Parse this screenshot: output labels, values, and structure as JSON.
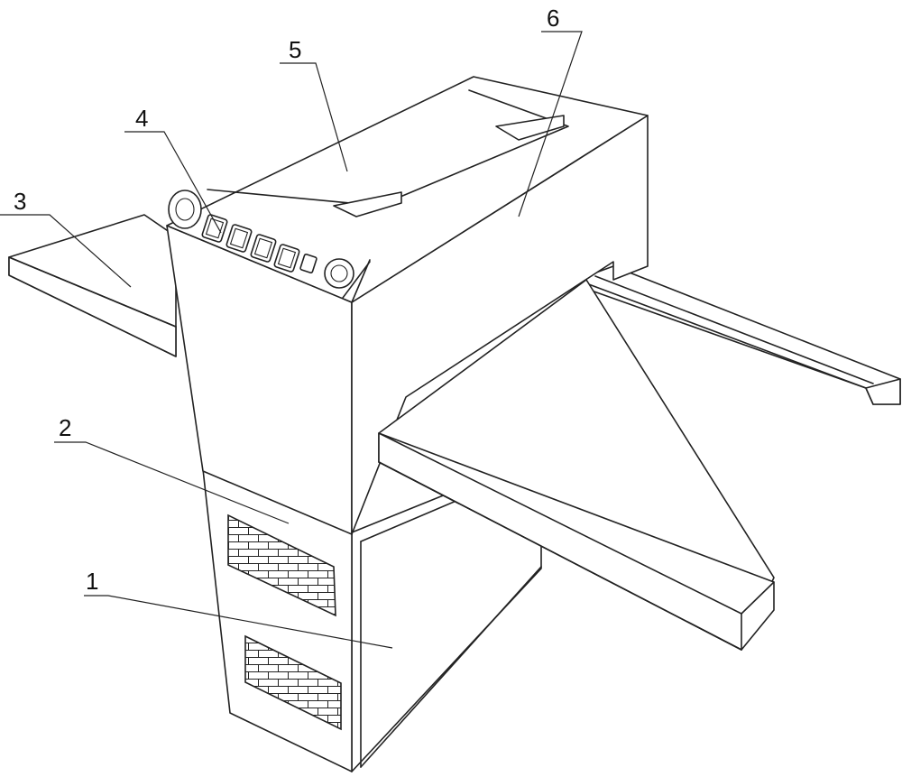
{
  "labels": {
    "l1": "1",
    "l2": "2",
    "l3": "3",
    "l4": "4",
    "l5": "5",
    "l6": "6"
  },
  "colors": {
    "line": "#222222",
    "background": "#ffffff"
  }
}
